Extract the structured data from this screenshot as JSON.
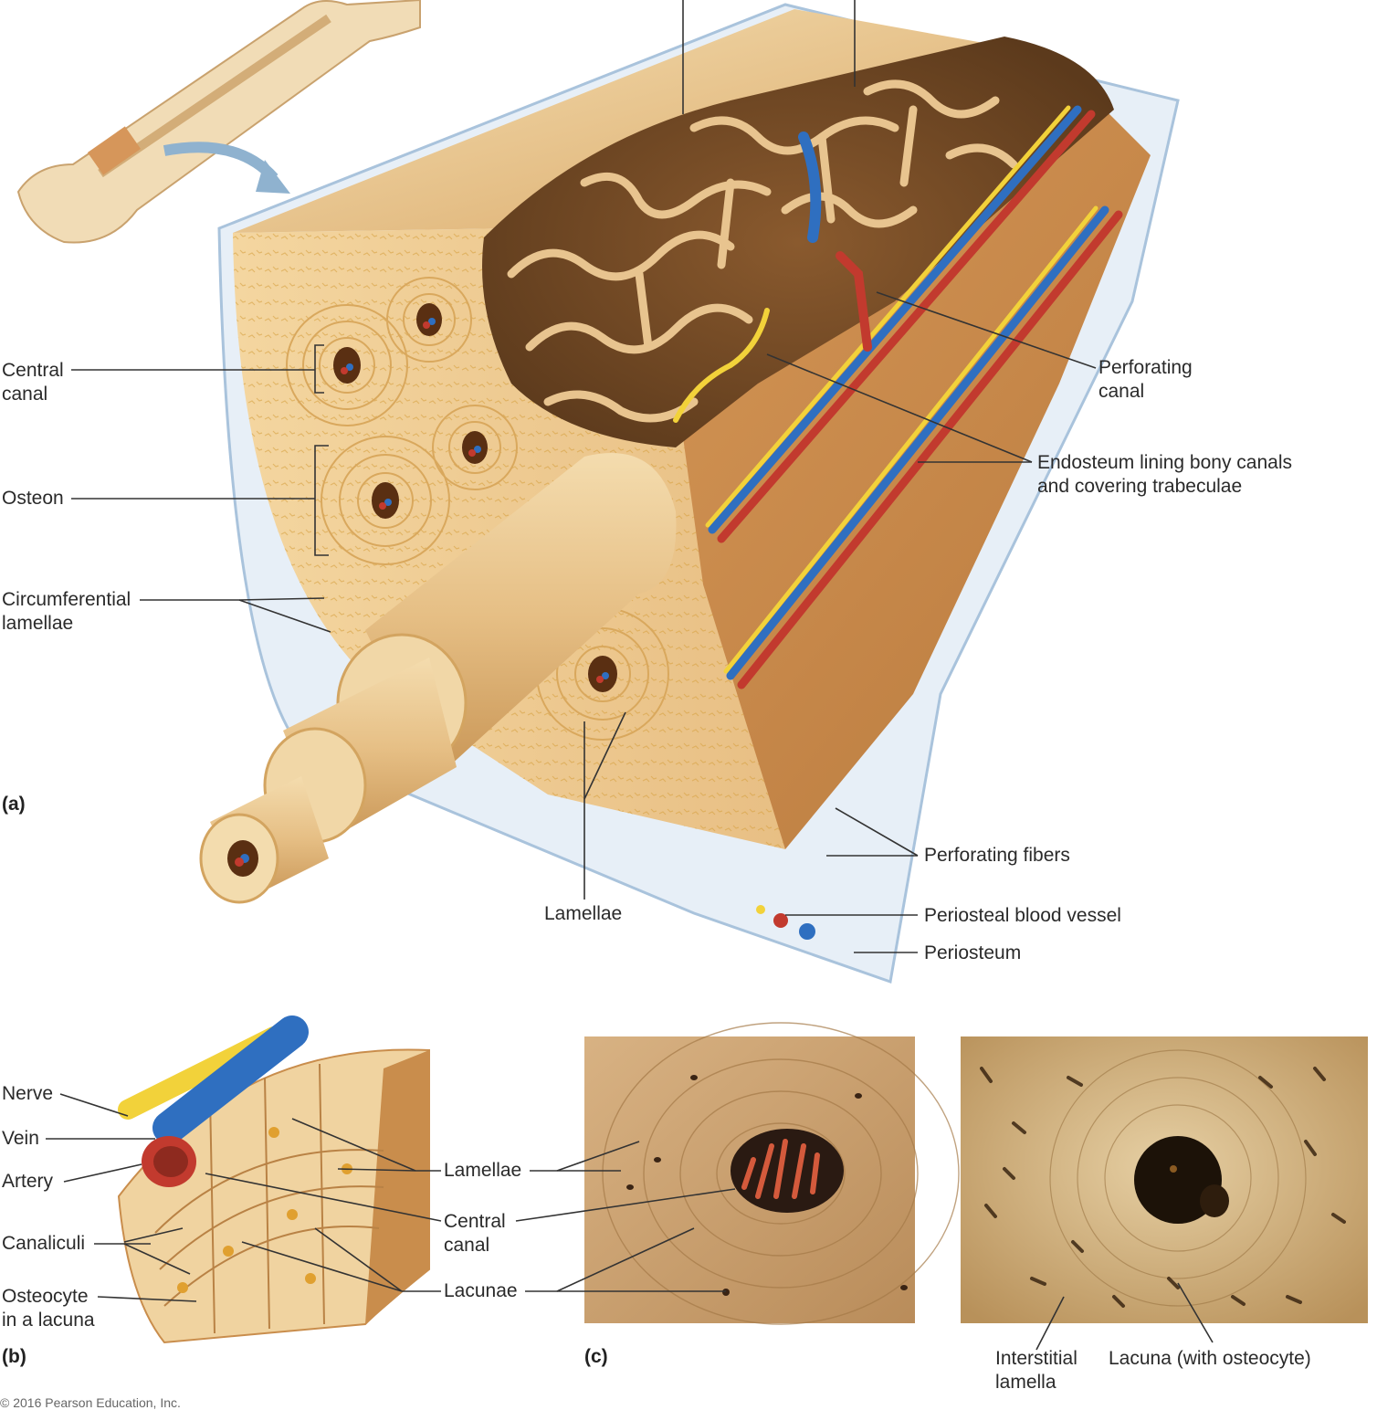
{
  "panel_a": {
    "tag": "(a)",
    "labels": {
      "central_canal_1": "Central",
      "central_canal_2": "canal",
      "osteon": "Osteon",
      "circumferential_1": "Circumferential",
      "circumferential_2": "lamellae",
      "lamellae": "Lamellae",
      "perforating_canal_1": "Perforating",
      "perforating_canal_2": "canal",
      "endosteum_1": "Endosteum lining bony canals",
      "endosteum_2": "and covering trabeculae",
      "perforating_fibers": "Perforating fibers",
      "periosteal_vessel": "Periosteal blood vessel",
      "periosteum": "Periosteum"
    }
  },
  "panel_b": {
    "tag": "(b)",
    "labels": {
      "nerve": "Nerve",
      "vein": "Vein",
      "artery": "Artery",
      "canaliculi": "Canaliculi",
      "osteocyte_1": "Osteocyte",
      "osteocyte_2": "in a lacuna",
      "lamellae": "Lamellae",
      "central_canal_1": "Central",
      "central_canal_2": "canal",
      "lacunae": "Lacunae"
    }
  },
  "panel_c": {
    "tag": "(c)",
    "labels": {
      "interstitial_1": "Interstitial",
      "interstitial_2": "lamella",
      "lacuna_osteocyte": "Lacuna (with osteocyte)"
    }
  },
  "copyright": "© 2016 Pearson Education, Inc.",
  "colors": {
    "bone_light": "#f3d9a8",
    "bone_mid": "#e3b778",
    "bone_dark": "#c98d4c",
    "vein": "#2f6fc0",
    "artery": "#c23a2e",
    "nerve": "#f2d23a",
    "periosteum": "#d9e6f2"
  }
}
